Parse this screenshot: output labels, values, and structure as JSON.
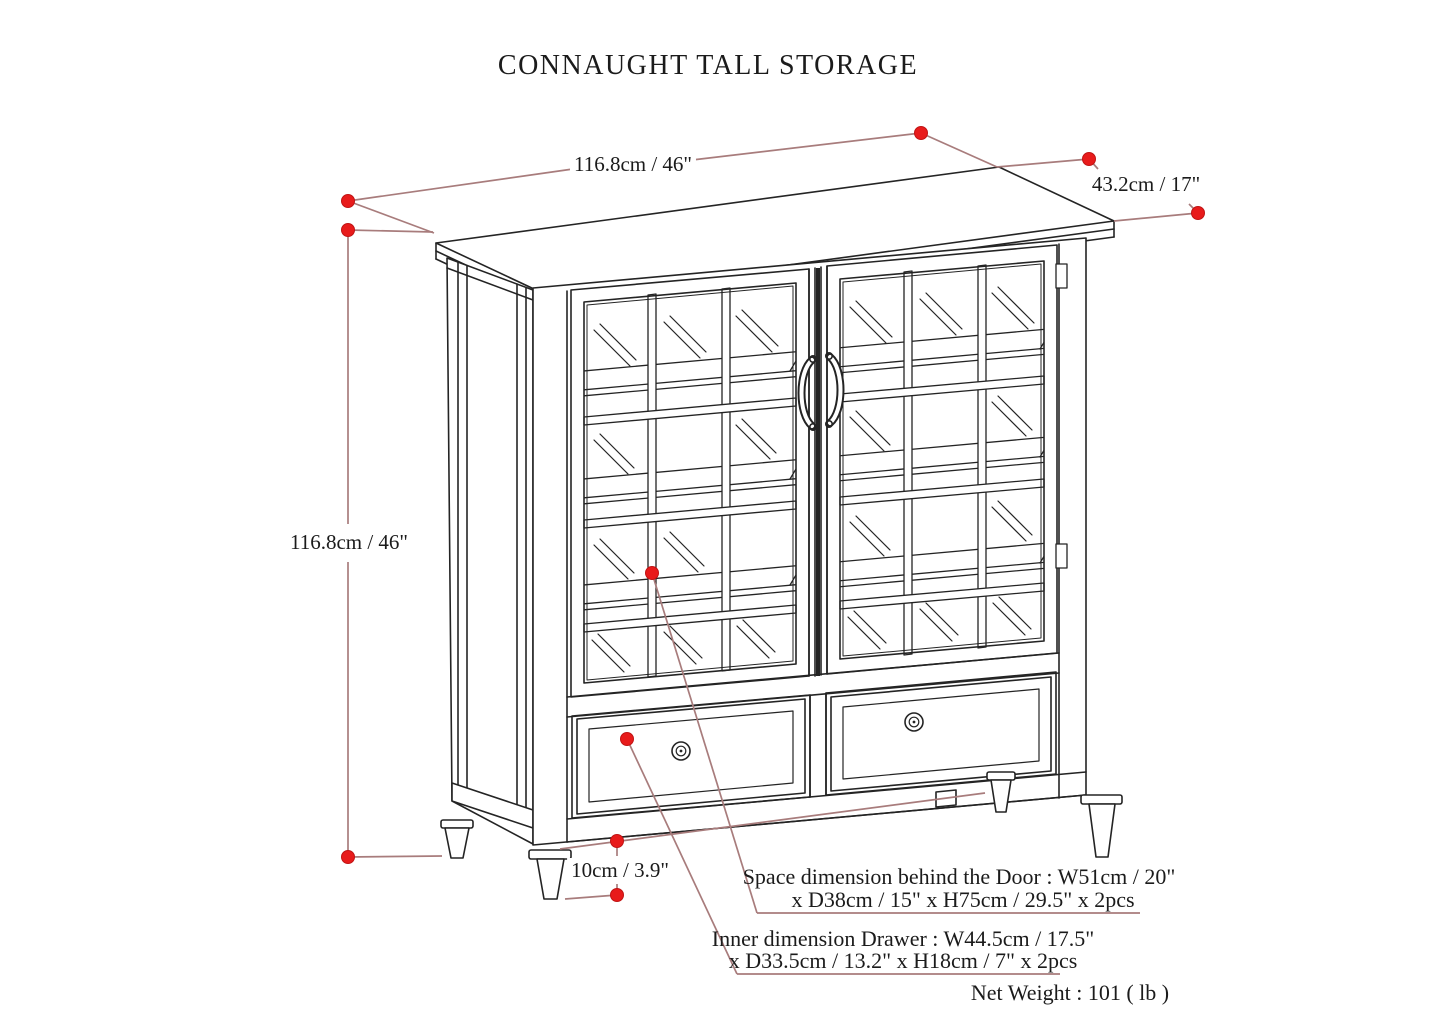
{
  "title": "CONNAUGHT TALL STORAGE",
  "dimensions": {
    "width": "116.8cm / 46\"",
    "depth": "43.2cm / 17\"",
    "height": "116.8cm / 46\"",
    "leg_height": "10cm / 3.9\""
  },
  "notes": {
    "door_space_line1": "Space dimension behind the Door : W51cm / 20\"",
    "door_space_line2": "x D38cm / 15\" x H75cm / 29.5\" x 2pcs",
    "drawer_inner_line1": "Inner dimension Drawer : W44.5cm / 17.5\"",
    "drawer_inner_line2": "x D33.5cm / 13.2\" x H18cm / 7\" x 2pcs",
    "net_weight": "Net Weight : 101 ( lb )"
  },
  "colors": {
    "line": "#242424",
    "dimension_line": "#a87c7c",
    "endpoint_dot": "#e81b1b",
    "text": "#1b1b1b",
    "background": "#ffffff"
  }
}
